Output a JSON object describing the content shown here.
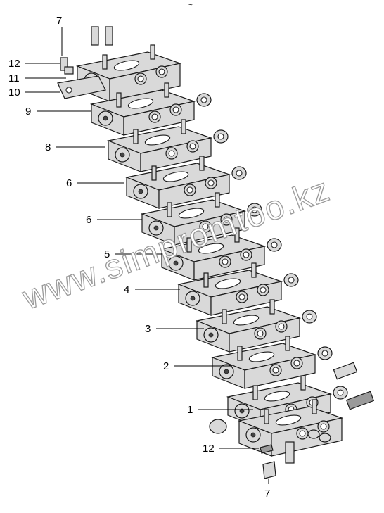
{
  "diagram": {
    "watermark": "www.simpromtoo.kz",
    "header_mark": "~",
    "callouts": [
      {
        "id": "c7-top",
        "label": "7"
      },
      {
        "id": "c12-top",
        "label": "12"
      },
      {
        "id": "c11",
        "label": "11"
      },
      {
        "id": "c10",
        "label": "10"
      },
      {
        "id": "c9",
        "label": "9"
      },
      {
        "id": "c8",
        "label": "8"
      },
      {
        "id": "c6-a",
        "label": "6"
      },
      {
        "id": "c6-b",
        "label": "6"
      },
      {
        "id": "c5",
        "label": "5"
      },
      {
        "id": "c4",
        "label": "4"
      },
      {
        "id": "c3",
        "label": "3"
      },
      {
        "id": "c2",
        "label": "2"
      },
      {
        "id": "c1",
        "label": "1"
      },
      {
        "id": "c12-bot",
        "label": "12"
      },
      {
        "id": "c7-bot",
        "label": "7"
      }
    ],
    "sections": [
      {
        "id": "end-cover-top"
      },
      {
        "id": "section-9"
      },
      {
        "id": "section-8"
      },
      {
        "id": "section-6a"
      },
      {
        "id": "section-6b"
      },
      {
        "id": "section-5"
      },
      {
        "id": "section-4"
      },
      {
        "id": "section-3"
      },
      {
        "id": "section-2"
      },
      {
        "id": "section-1"
      },
      {
        "id": "inlet-cover-bottom"
      }
    ]
  }
}
